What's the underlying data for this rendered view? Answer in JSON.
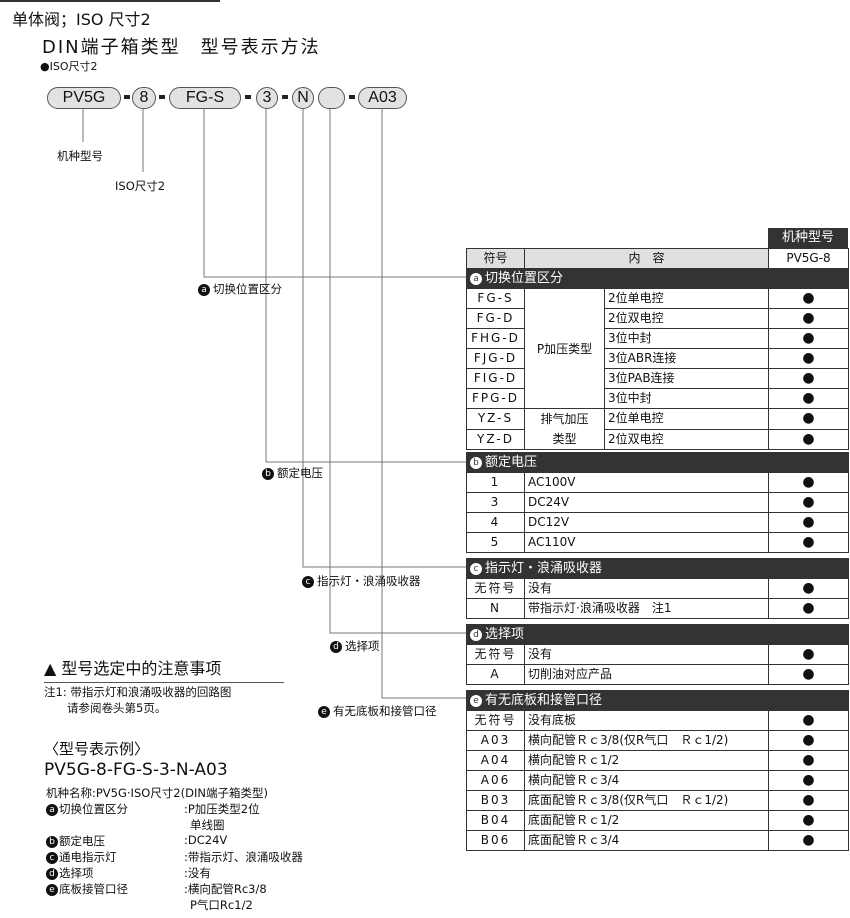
{
  "title": "单体阀；ISO 尺寸2",
  "subtitle": "DIN端子箱类型　型号表示方法",
  "size_label": "●ISO尺寸2",
  "code_parts": [
    "PV5G",
    "8",
    "FG-S",
    "3",
    "N",
    "",
    "A03"
  ],
  "callouts": {
    "model": "机种型号",
    "size": "ISO尺寸2",
    "a": "切换位置区分",
    "b": "额定电压",
    "c": "指示灯・浪涌吸收器",
    "d": "选择项",
    "e": "有无底板和接管口径"
  },
  "table": {
    "model_header": "机种型号",
    "col_symbol": "符号",
    "col_content": "内　容",
    "col_model": "PV5G-8",
    "dot": "●",
    "sections": [
      {
        "letter": "a",
        "title": "切换位置区分",
        "rows": [
          {
            "code": "FG-S",
            "group": "P加压类型",
            "desc": "2位单电控"
          },
          {
            "code": "FG-D",
            "desc": "2位双电控"
          },
          {
            "code": "FHG-D",
            "desc": "3位中封"
          },
          {
            "code": "FJG-D",
            "desc": "3位ABR连接"
          },
          {
            "code": "FIG-D",
            "desc": "3位PAB连接"
          },
          {
            "code": "FPG-D",
            "desc": "3位中封"
          },
          {
            "code": "YZ-S",
            "group": "排气加压\n类型",
            "desc": "2位单电控"
          },
          {
            "code": "YZ-D",
            "desc": "2位双电控"
          }
        ]
      },
      {
        "letter": "b",
        "title": "额定电压",
        "rows": [
          {
            "code": "1",
            "desc": "AC100V"
          },
          {
            "code": "3",
            "desc": "DC24V"
          },
          {
            "code": "4",
            "desc": "DC12V"
          },
          {
            "code": "5",
            "desc": "AC110V"
          }
        ]
      },
      {
        "letter": "c",
        "title": "指示灯・浪涌吸收器",
        "rows": [
          {
            "code": "无符号",
            "desc": "没有"
          },
          {
            "code": "N",
            "desc": "带指示灯·浪涌吸收器　注1"
          }
        ]
      },
      {
        "letter": "d",
        "title": "选择项",
        "rows": [
          {
            "code": "无符号",
            "desc": "没有"
          },
          {
            "code": "A",
            "desc": "切削油对应产品"
          }
        ]
      },
      {
        "letter": "e",
        "title": "有无底板和接管口径",
        "rows": [
          {
            "code": "无符号",
            "desc": "没有底板"
          },
          {
            "code": "A03",
            "desc": "横向配管Ｒｃ3/8(仅R气口　Ｒｃ1/2)"
          },
          {
            "code": "A04",
            "desc": "横向配管Ｒｃ1/2"
          },
          {
            "code": "A06",
            "desc": "横向配管Ｒｃ3/4"
          },
          {
            "code": "B03",
            "desc": "底面配管Ｒｃ3/8(仅R气口　Ｒｃ1/2)"
          },
          {
            "code": "B04",
            "desc": "底面配管Ｒｃ1/2"
          },
          {
            "code": "B06",
            "desc": "底面配管Ｒｃ3/4"
          }
        ]
      }
    ]
  },
  "caution": {
    "title": "型号选定中的注意事项",
    "note": "注1: 带指示灯和浪涌吸收器的回路图\n　　请参阅卷头第5页。"
  },
  "example": {
    "heading": "〈型号表示例〉",
    "code": "PV5G-8-FG-S-3-N-A03",
    "name": "机种名称:PV5G·ISO尺寸2(DIN端子箱类型)",
    "items": [
      {
        "letter": "a",
        "label": "切换位置区分",
        "value": ":P加压类型2位",
        "value2": "单线圈"
      },
      {
        "letter": "b",
        "label": "额定电压",
        "value": ":DC24V"
      },
      {
        "letter": "c",
        "label": "通电指示灯",
        "value": ":带指示灯、浪涌吸收器"
      },
      {
        "letter": "d",
        "label": "选择项",
        "value": ":没有"
      },
      {
        "letter": "e",
        "label": "底板接管口径",
        "value": ":横向配管Rc3/8",
        "value2": "P气口Rc1/2"
      }
    ]
  }
}
